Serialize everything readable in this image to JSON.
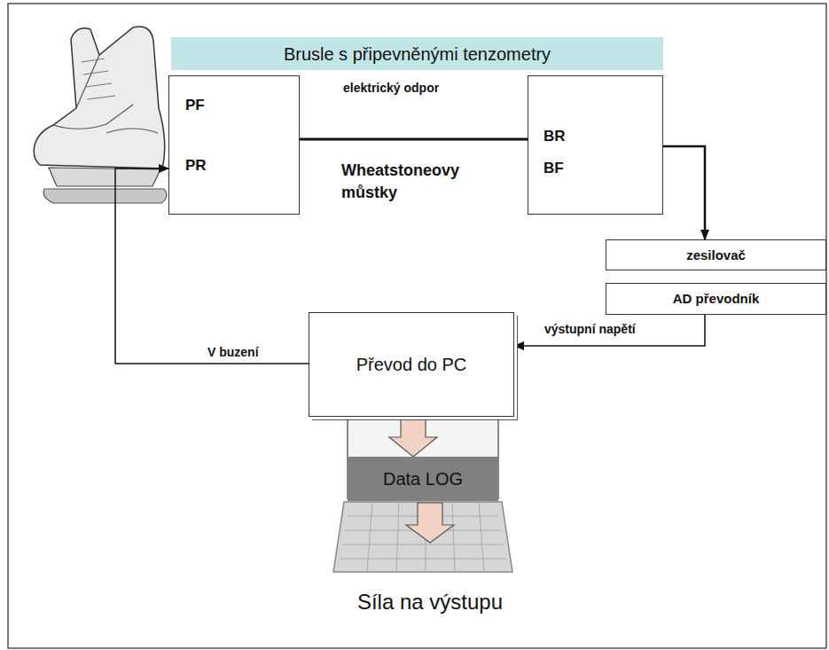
{
  "diagram": {
    "nodes": [
      {
        "text": [
          "Brusle s připevněnými tenzometry"
        ]
      },
      {
        "text": [
          "PF",
          "PR"
        ]
      },
      {
        "text": [
          "BR",
          "BF"
        ]
      },
      {
        "text": [
          "zesilovač"
        ]
      },
      {
        "text": [
          "AD převodník"
        ]
      },
      {
        "text": [
          "Převod do PC"
        ]
      },
      {
        "text": [
          "Data LOG"
        ]
      }
    ],
    "edges": [
      {
        "from": 1,
        "to": 2,
        "arrow": "none",
        "label": "elektrický odpor"
      },
      {
        "from": 2,
        "to": 3,
        "arrow": "to"
      },
      {
        "from": 4,
        "to": 5,
        "arrow": "to",
        "label": "výstupní napětí"
      },
      {
        "from": 5,
        "to": 1,
        "arrow": "to",
        "label": "V buzení"
      },
      {
        "from": 5,
        "to": 6,
        "arrow": "to"
      }
    ],
    "labels": [
      "Wheatstoneovy můstky",
      "Síla na výstupu"
    ]
  }
}
